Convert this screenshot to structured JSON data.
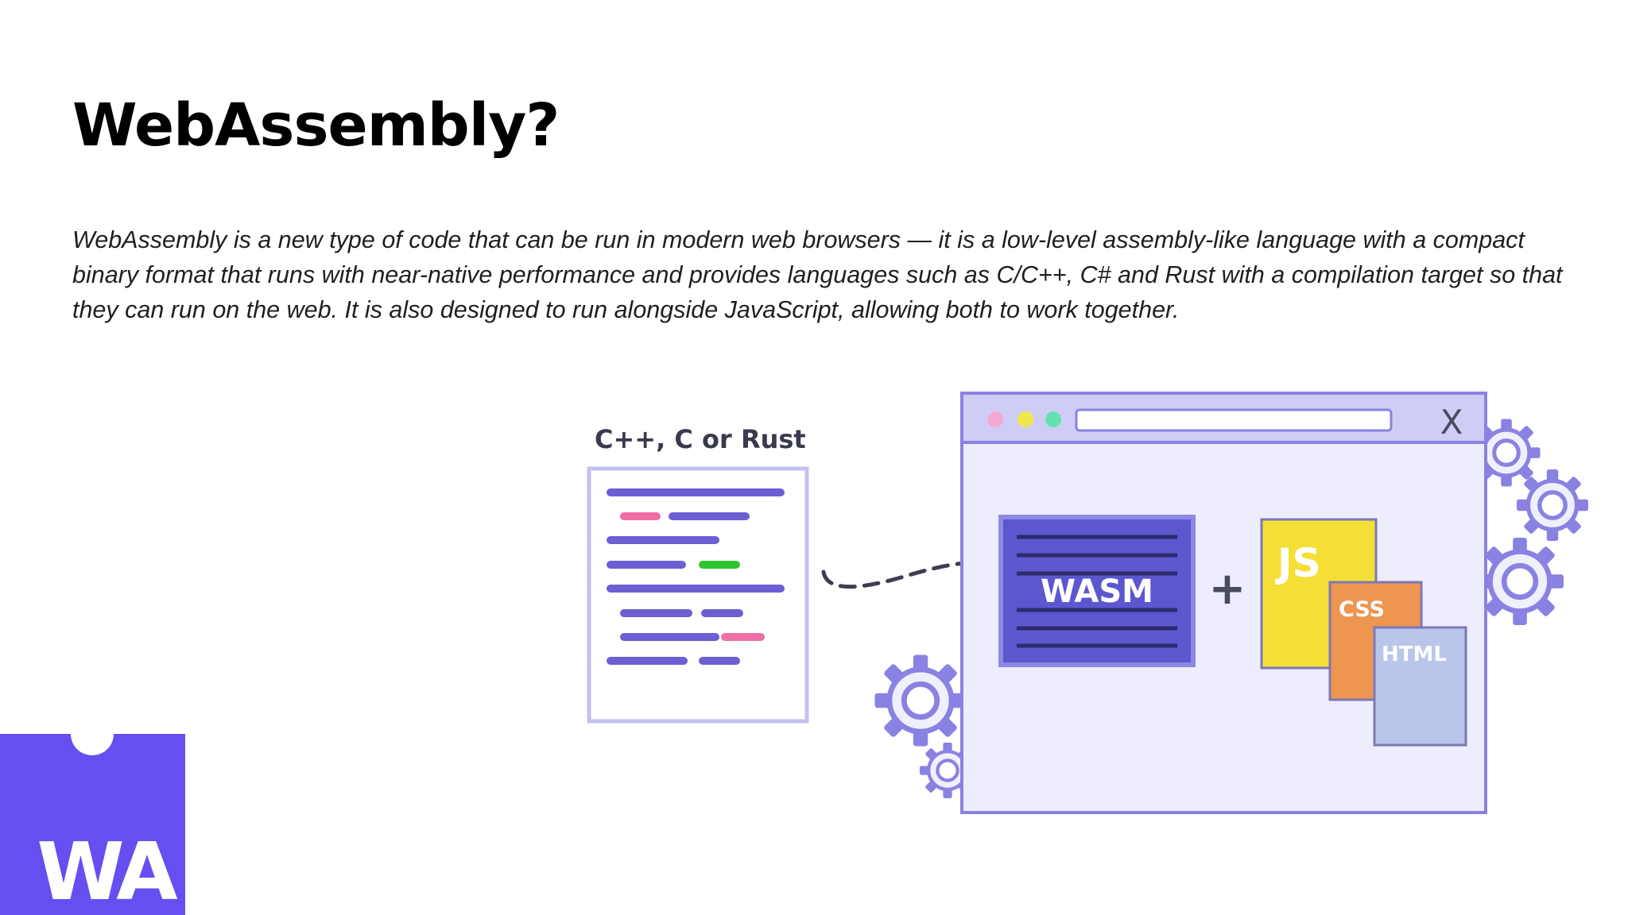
{
  "slide": {
    "title": "WebAssembly?",
    "body": "WebAssembly is a new type of code that can be run in modern web browsers — it is a low-level assembly-like language with a compact binary format that runs with near-native performance and provides languages such as C/C++, C# and Rust with a compilation target so that they can run on the web. It is also designed to run alongside JavaScript, allowing both to work together."
  },
  "illustration": {
    "source_label": "C++, C or Rust",
    "browser_close": "X",
    "wasm_label": "WASM",
    "plus_sign": "+",
    "js_label": "JS",
    "css_label": "CSS",
    "html_label": "HTML"
  },
  "logo": {
    "text": "WA"
  },
  "colors": {
    "purple": "#654ff0",
    "code_line": "#6b5fd3",
    "pink": "#ee6ea6",
    "green": "#2fc52f",
    "browser_bg": "#eeedfd",
    "browser_border": "#8a82e2",
    "js_yellow": "#f5df36",
    "css_orange": "#ee9550",
    "html_blue": "#b9c6ea"
  }
}
